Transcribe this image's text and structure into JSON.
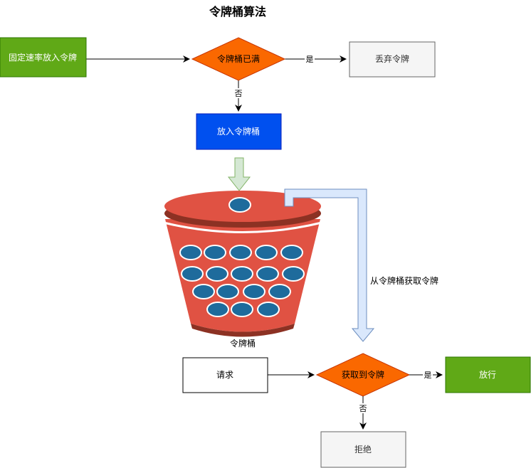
{
  "title": "令牌桶算法",
  "nodes": {
    "fixed_rate": "固定速率放入令牌",
    "bucket_full": "令牌桶已满",
    "discard": "丢弃令牌",
    "put_token": "放入令牌桶",
    "bucket_label": "令牌桶",
    "request": "请求",
    "get_token": "获取到令牌",
    "allow": "放行",
    "reject": "拒绝"
  },
  "edges": {
    "full_yes": "是",
    "full_no": "否",
    "take_from_bucket": "从令牌桶获取令牌",
    "get_yes": "是",
    "get_no": "否"
  },
  "colors": {
    "green": "#60a917",
    "orange": "#fa6800",
    "blue": "#0050ef",
    "gray_fill": "#f5f5f5",
    "bucket_red": "#e05243",
    "bucket_dark": "#8c3123",
    "token_blue": "#1e6b9c",
    "arrow_light_green": "#d5e8d4",
    "arrow_light_blue": "#dae8fc"
  }
}
